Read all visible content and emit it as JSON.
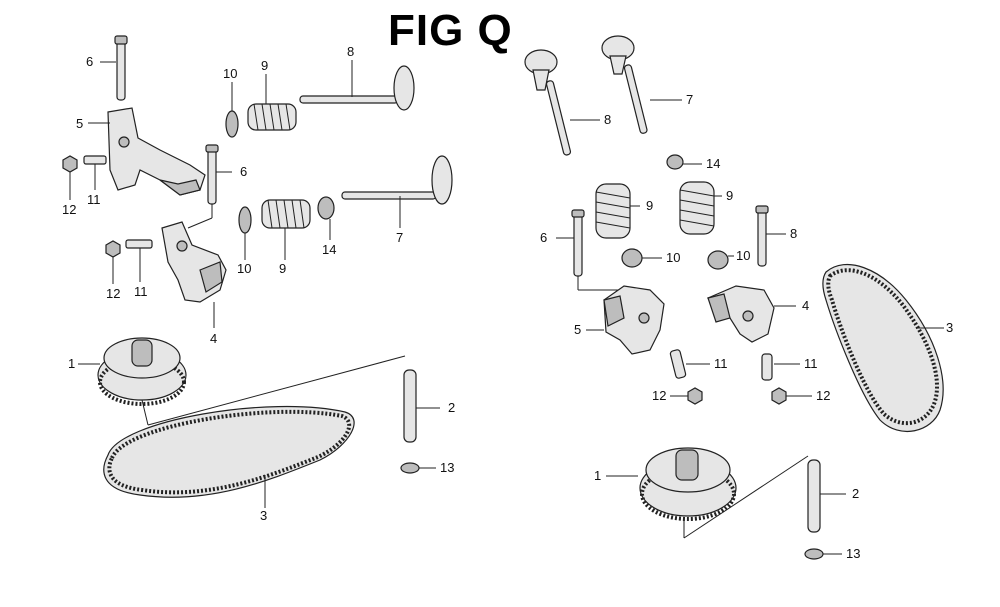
{
  "figure": {
    "title": "FIG Q"
  },
  "left_callouts": {
    "c1": "1",
    "c2": "2",
    "c3": "3",
    "c4": "4",
    "c5": "5",
    "c6a": "6",
    "c6b": "6",
    "c7": "7",
    "c8": "8",
    "c9a": "9",
    "c9b": "9",
    "c10a": "10",
    "c10b": "10",
    "c11a": "11",
    "c11b": "11",
    "c12a": "12",
    "c12b": "12",
    "c13": "13",
    "c14": "14"
  },
  "right_callouts": {
    "c1": "1",
    "c2": "2",
    "c3": "3",
    "c4": "4",
    "c5": "5",
    "c6": "6",
    "c7": "7",
    "c8a": "8",
    "c8b": "8",
    "c9a": "9",
    "c9b": "9",
    "c10a": "10",
    "c10b": "10",
    "c11a": "11",
    "c11b": "11",
    "c12a": "12",
    "c12b": "12",
    "c13": "13",
    "c14": "14"
  }
}
